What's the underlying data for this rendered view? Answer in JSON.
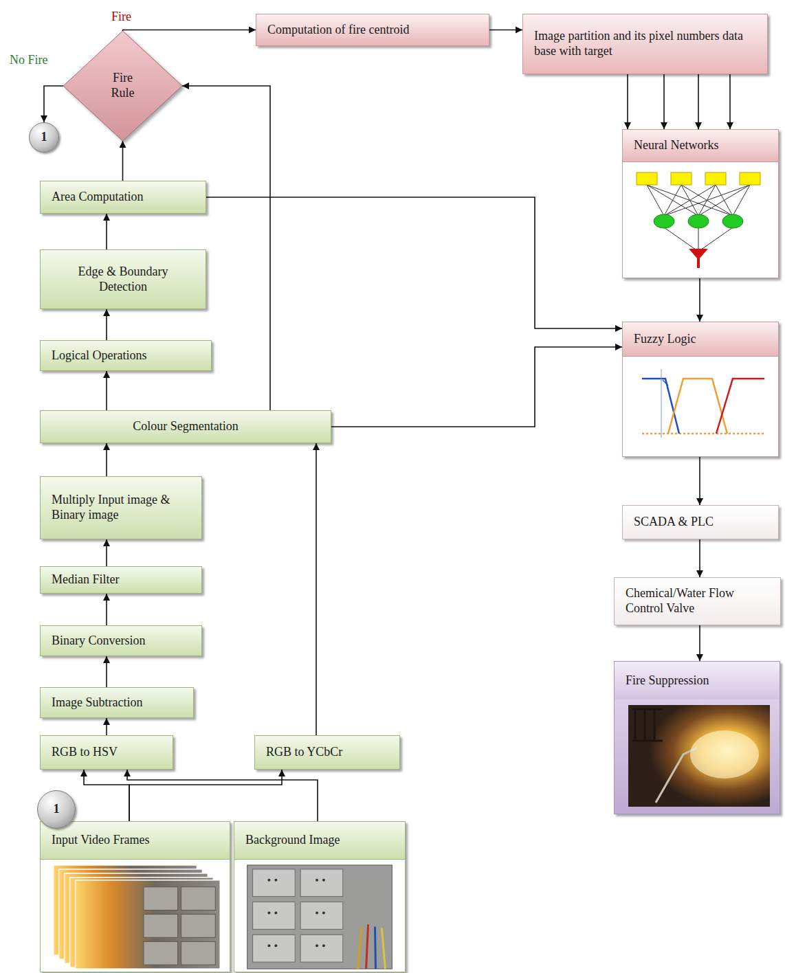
{
  "diagram": {
    "nodes": [
      {
        "text": [
          "Computation of fire centroid"
        ]
      },
      {
        "text": [
          "Image partition and its pixel numbers data base with target"
        ]
      },
      {
        "text": [
          "Fire Rule"
        ]
      },
      {
        "text": [
          "1"
        ]
      },
      {
        "text": [
          "Neural Networks"
        ]
      },
      {
        "text": [
          "Area Computation"
        ]
      },
      {
        "text": [
          "Edge & Boundary Detection"
        ]
      },
      {
        "text": [
          "Fuzzy Logic"
        ]
      },
      {
        "text": [
          "Logical Operations"
        ]
      },
      {
        "text": [
          "Colour Segmentation"
        ]
      },
      {
        "text": [
          "Multiply Input image & Binary image"
        ]
      },
      {
        "text": [
          "SCADA & PLC"
        ]
      },
      {
        "text": [
          "Median Filter"
        ]
      },
      {
        "text": [
          "Chemical/Water Flow Control Valve"
        ]
      },
      {
        "text": [
          "Binary Conversion"
        ]
      },
      {
        "text": [
          "Fire Suppression"
        ]
      },
      {
        "text": [
          "Image Subtraction"
        ]
      },
      {
        "text": [
          "RGB to HSV"
        ]
      },
      {
        "text": [
          "RGB to YCbCr"
        ]
      },
      {
        "text": [
          "1"
        ]
      },
      {
        "text": [
          "Input Video Frames"
        ]
      },
      {
        "text": [
          "Background Image"
        ]
      }
    ],
    "edges": [
      {
        "from": 2,
        "to": 0,
        "arrow": "to",
        "label": "Fire"
      },
      {
        "from": 2,
        "to": 3,
        "arrow": "to",
        "label": "No Fire"
      },
      {
        "from": 0,
        "to": 1,
        "arrow": "to"
      },
      {
        "from": 1,
        "to": 4,
        "arrow": "to"
      },
      {
        "from": 1,
        "to": 4,
        "arrow": "to"
      },
      {
        "from": 1,
        "to": 4,
        "arrow": "to"
      },
      {
        "from": 1,
        "to": 4,
        "arrow": "to"
      },
      {
        "from": 4,
        "to": 7,
        "arrow": "to"
      },
      {
        "from": 5,
        "to": 7,
        "arrow": "to"
      },
      {
        "from": 9,
        "to": 7,
        "arrow": "to"
      },
      {
        "from": 9,
        "to": 2,
        "arrow": "to"
      },
      {
        "from": 5,
        "to": 2,
        "arrow": "to"
      },
      {
        "from": 6,
        "to": 5,
        "arrow": "to"
      },
      {
        "from": 8,
        "to": 6,
        "arrow": "to"
      },
      {
        "from": 9,
        "to": 8,
        "arrow": "to"
      },
      {
        "from": 10,
        "to": 9,
        "arrow": "to"
      },
      {
        "from": 12,
        "to": 10,
        "arrow": "to"
      },
      {
        "from": 14,
        "to": 12,
        "arrow": "to"
      },
      {
        "from": 16,
        "to": 14,
        "arrow": "to"
      },
      {
        "from": 17,
        "to": 16,
        "arrow": "to"
      },
      {
        "from": 18,
        "to": 9,
        "arrow": "to"
      },
      {
        "from": 20,
        "to": 17,
        "arrow": "to"
      },
      {
        "from": 20,
        "to": 18,
        "arrow": "to"
      },
      {
        "from": 21,
        "to": 17,
        "arrow": "to"
      },
      {
        "from": 7,
        "to": 11,
        "arrow": "to"
      },
      {
        "from": 11,
        "to": 13,
        "arrow": "to"
      },
      {
        "from": 13,
        "to": 15,
        "arrow": "to"
      }
    ]
  }
}
